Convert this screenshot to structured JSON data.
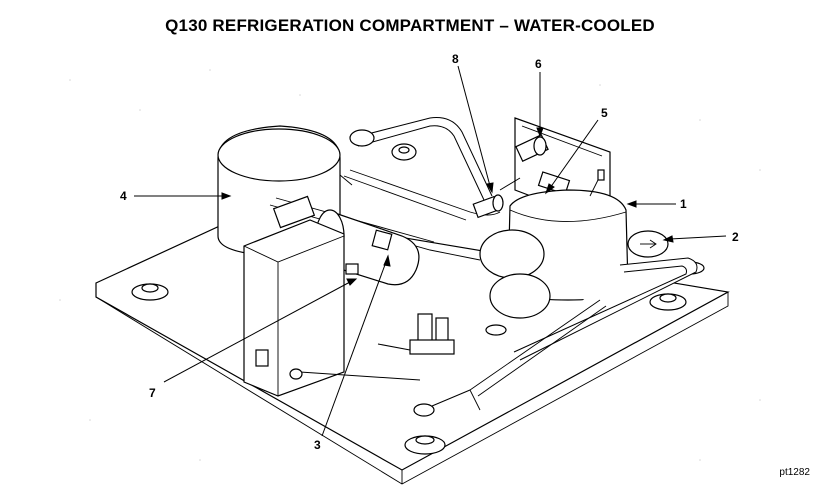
{
  "title": "Q130 REFRIGERATION COMPARTMENT – WATER-COOLED",
  "reference": "pt1282",
  "callouts": [
    {
      "id": "1",
      "label": "1"
    },
    {
      "id": "2",
      "label": "2"
    },
    {
      "id": "3",
      "label": "3"
    },
    {
      "id": "4",
      "label": "4"
    },
    {
      "id": "5",
      "label": "5"
    },
    {
      "id": "6",
      "label": "6"
    },
    {
      "id": "7",
      "label": "7"
    },
    {
      "id": "8",
      "label": "8"
    }
  ]
}
